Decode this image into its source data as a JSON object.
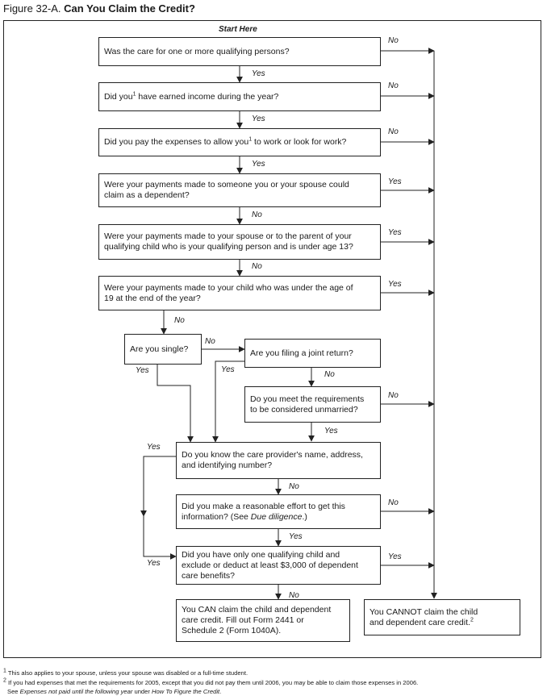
{
  "figure": {
    "label": "Figure 32-A.",
    "title": "Can You Claim the Credit?"
  },
  "start_label": "Start Here",
  "nodes": {
    "q1": {
      "lines": [
        "Was the care for one or more qualifying persons?"
      ]
    },
    "q2": {
      "pre": "Did you",
      "sup": "1",
      "post": " have earned income during the year?"
    },
    "q3": {
      "pre": "Did you pay the expenses to allow you",
      "sup": "1",
      "post": " to work or look for work?"
    },
    "q4": {
      "lines": [
        "Were your payments made to someone you or your spouse could",
        "claim as a dependent?"
      ]
    },
    "q5": {
      "lines": [
        "Were your payments made to your spouse or to the parent of your",
        "qualifying child who is your qualifying person and is under age 13?"
      ]
    },
    "q6": {
      "lines": [
        "Were your payments made to your child who was under the age of",
        "19 at the end of the year?"
      ]
    },
    "q7": {
      "lines": [
        "Are you single?"
      ]
    },
    "q8": {
      "lines": [
        "Are you filing a joint return?"
      ]
    },
    "q9": {
      "lines": [
        "Do you meet the requirements",
        "to be considered unmarried?"
      ]
    },
    "q10": {
      "lines": [
        "Do you know the care provider's name, address,",
        "and identifying number?"
      ]
    },
    "q11": {
      "line1": "Did you make a reasonable effort to get this",
      "line2_pre": "information? (See ",
      "line2_em": "Due diligence",
      "line2_post": ".)"
    },
    "q12": {
      "lines": [
        "Did you have only one qualifying child and",
        "exclude or deduct at least $3,000 of dependent",
        "care benefits?"
      ]
    },
    "can": {
      "lines": [
        "You CAN claim the child and dependent",
        "care credit. Fill out Form 2441 or",
        "Schedule 2 (Form 1040A)."
      ]
    },
    "cannot": {
      "line1": "You CANNOT claim the child",
      "line2": "and dependent care credit.",
      "sup": "2"
    }
  },
  "labels": {
    "yes": "Yes",
    "no": "No"
  },
  "footnotes": {
    "f1_num": "1",
    "f1": "This also applies to your spouse, unless your spouse was disabled or a full-time student.",
    "f2_num": "2",
    "f2": "If you had expenses that met the requirements for 2005, except that you did not pay them until 2006, you may be able to claim those expenses in 2006.",
    "f3_pre": "See ",
    "f3_em1": "Expenses not paid until the following year",
    "f3_mid": " under ",
    "f3_em2": "How To Figure the Credit",
    "f3_post": "."
  }
}
